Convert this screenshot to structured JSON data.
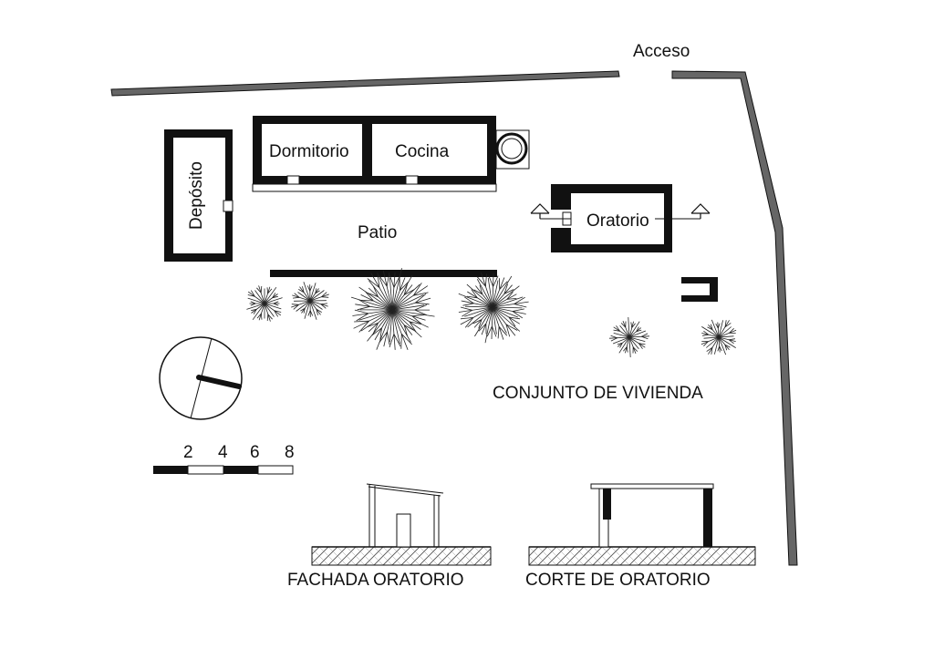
{
  "labels": {
    "access": "Acceso",
    "dormitory": "Dormitorio",
    "kitchen": "Cocina",
    "storage": "Depósito",
    "patio": "Patio",
    "oratory": "Oratorio",
    "ensemble_title": "CONJUNTO DE VIVIENDA",
    "facade_title": "FACHADA ORATORIO",
    "section_title": "CORTE DE ORATORIO"
  },
  "scale_bar": {
    "ticks": [
      "2",
      "4",
      "6",
      "8"
    ]
  },
  "icons": {
    "north": "north-arrow-icon",
    "tree": "tree-icon",
    "well": "well-icon"
  }
}
